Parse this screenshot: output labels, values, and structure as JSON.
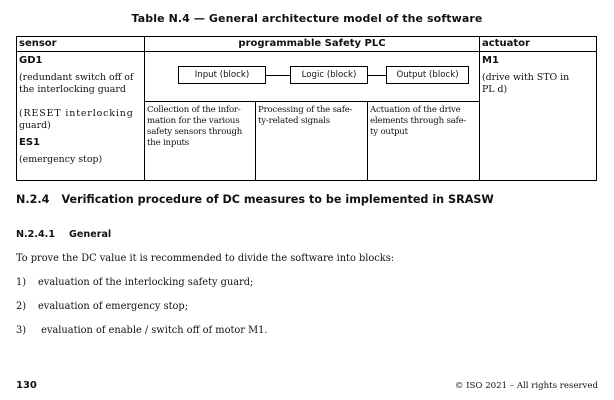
{
  "table": {
    "title": "Table N.4 — General architecture model of the software",
    "headers": {
      "sensor": "sensor",
      "plc": "programmable Safety PLC",
      "actuator": "actuator"
    },
    "sensor": {
      "gd1_label": "GD1",
      "gd1_desc_line1": "(redundant switch off of",
      "gd1_desc_line2": "the interlocking guard",
      "reset_line1": "(RESET interlocking",
      "reset_line2": "guard)",
      "es1_label": "ES1",
      "es1_desc": "(emergency stop)"
    },
    "blocks": {
      "input": "Input (block)",
      "logic": "Logic (block)",
      "output": "Output (block)"
    },
    "descriptions": {
      "input": [
        "Collection of the infor-",
        "mation for the various",
        "safety sensors through",
        "the inputs"
      ],
      "logic": [
        "Processing of the safe-",
        "ty-related signals"
      ],
      "output": [
        "Actuation of the drive",
        "elements through safe-",
        "ty output"
      ]
    },
    "actuator": {
      "label": "M1",
      "desc_line1": "(drive with STO in",
      "desc_line2": "PL d)"
    }
  },
  "section": {
    "number": "N.2.4",
    "title": "Verification procedure of DC measures to be implemented in SRASW"
  },
  "subsection": {
    "number": "N.2.4.1",
    "title": "General"
  },
  "paragraph": "To prove the DC value it is recommended to divide the software into blocks:",
  "list": [
    {
      "num": "1)",
      "text": "evaluation of the interlocking safety guard;"
    },
    {
      "num": "2)",
      "text": "evaluation of emergency stop;"
    },
    {
      "num": "3)",
      "text": " evaluation of enable / switch off of motor M1."
    }
  ],
  "footer": {
    "page_number": "130",
    "copyright": "© ISO 2021 – All rights reserved"
  }
}
